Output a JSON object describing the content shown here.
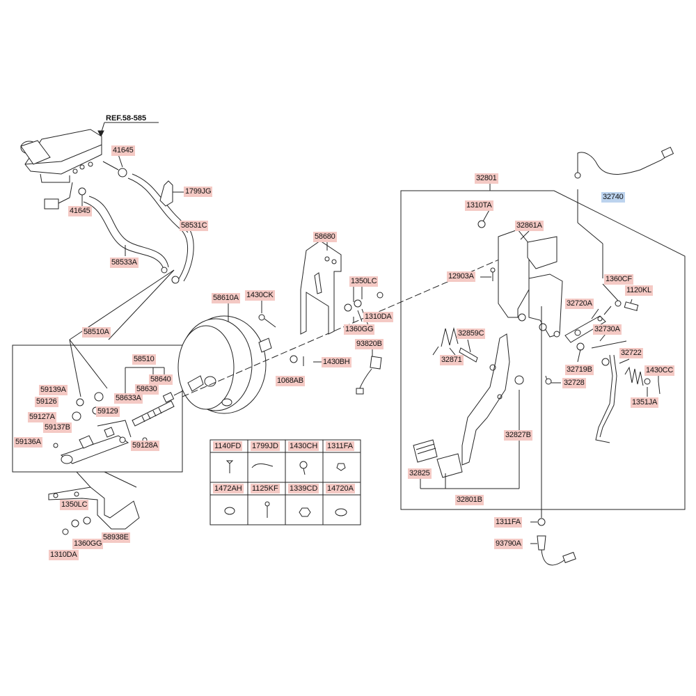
{
  "ref_label": "REF.58-585",
  "labels": {
    "p41645_a": "41645",
    "p41645_b": "41645",
    "p1799JG": "1799JG",
    "p58531C": "58531C",
    "p58533A": "58533A",
    "p58510A": "58510A",
    "p58510": "58510",
    "p58640": "58640",
    "p58630": "58630",
    "p58633A": "58633A",
    "p59139A": "59139A",
    "p59126": "59126",
    "p59129": "59129",
    "p59127A": "59127A",
    "p59137B": "59137B",
    "p59136A": "59136A",
    "p59128A": "59128A",
    "p1350LC_low": "1350LC",
    "p1360GG_low": "1360GG",
    "p58938E": "58938E",
    "p1310DA_low": "1310DA",
    "p58680": "58680",
    "p58610A": "58610A",
    "p1430CK": "1430CK",
    "p1350LC": "1350LC",
    "p1310DA": "1310DA",
    "p1360GG": "1360GG",
    "p93820B": "93820B",
    "p1430BH": "1430BH",
    "p1068AB": "1068AB",
    "p32801": "32801",
    "p1310TA": "1310TA",
    "p32861A": "32861A",
    "p12903A": "12903A",
    "p32740": "32740",
    "p1360CF": "1360CF",
    "p1120KL": "1120KL",
    "p32720A": "32720A",
    "p32730A": "32730A",
    "p32859C": "32859C",
    "p32871": "32871",
    "p32722": "32722",
    "p32719B": "32719B",
    "p1430CC": "1430CC",
    "p32728": "32728",
    "p1351JA": "1351JA",
    "p32827B": "32827B",
    "p32825": "32825",
    "p32801B": "32801B",
    "p1311FA": "1311FA",
    "p93790A": "93790A"
  },
  "fastener_table": {
    "row1": [
      "1140FD",
      "1799JD",
      "1430CH",
      "1311FA"
    ],
    "row2": [
      "1472AH",
      "1125KF",
      "1339CD",
      "14720A"
    ]
  },
  "colors": {
    "label_bg": "#f4c9c4",
    "highlight_bg": "#bcd3ee",
    "line": "#222222"
  }
}
